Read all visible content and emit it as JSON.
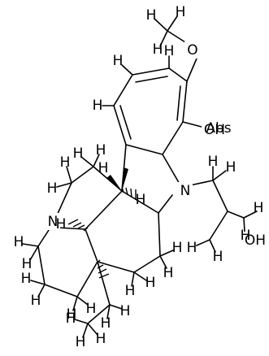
{
  "diagram": {
    "type": "chemical-structure",
    "atom_labels": {
      "o_methoxy": "O",
      "o_phenol": "OH",
      "n_indoline": "N",
      "o_hydroxyl": "OH",
      "n_piperidine": "N",
      "stereo_h_1": "H",
      "stereo_h_2": "H",
      "stereo_h_3": "H",
      "abs_label": "Abs"
    },
    "implicit_h_count": 22
  }
}
